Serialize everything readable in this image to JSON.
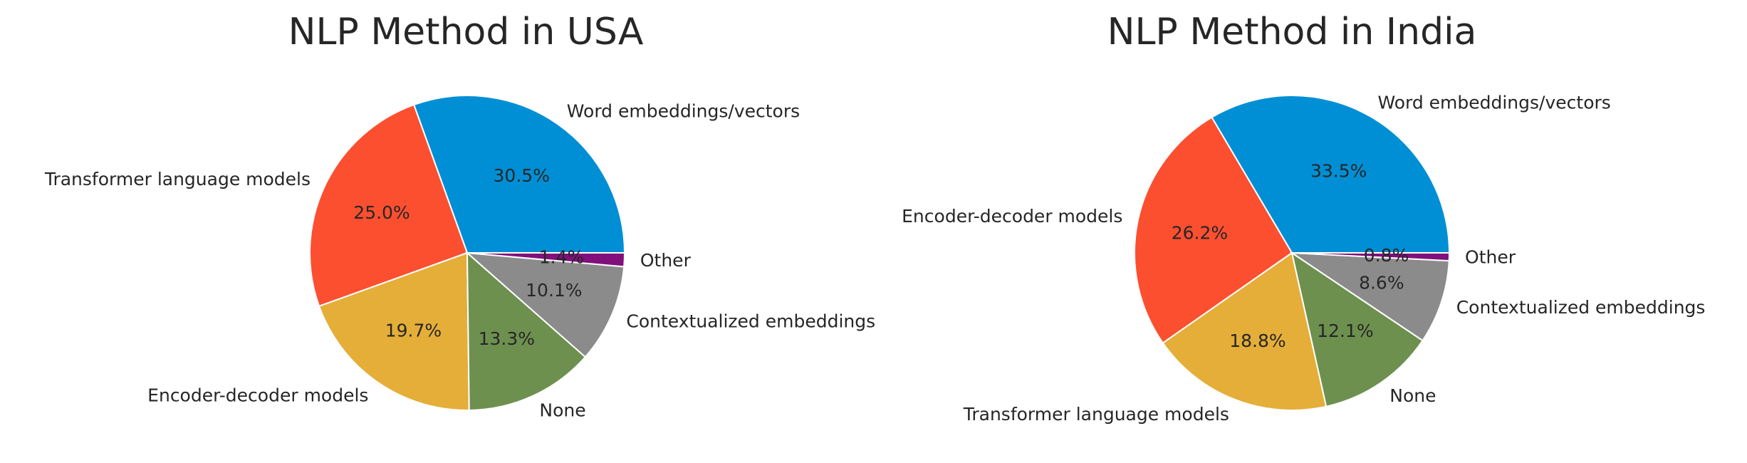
{
  "chart_data": [
    {
      "type": "pie",
      "title": "NLP Method in USA",
      "labels": [
        "Word embeddings/vectors",
        "Transformer language models",
        "Encoder-decoder models",
        "None",
        "Contextualized embeddings",
        "Other"
      ],
      "values": [
        30.5,
        25.0,
        19.7,
        13.3,
        10.1,
        1.4
      ],
      "pct_labels": [
        "30.5%",
        "25.0%",
        "19.7%",
        "13.3%",
        "10.1%",
        "1.4%"
      ],
      "colors": [
        "#008fd5",
        "#fc4f30",
        "#e5ae38",
        "#6d904f",
        "#8b8b8b",
        "#810f7c"
      ]
    },
    {
      "type": "pie",
      "title": "NLP Method in India",
      "labels": [
        "Word embeddings/vectors",
        "Encoder-decoder models",
        "Transformer language models",
        "None",
        "Contextualized embeddings",
        "Other"
      ],
      "values": [
        33.5,
        26.2,
        18.8,
        12.1,
        8.6,
        0.8
      ],
      "pct_labels": [
        "33.5%",
        "26.2%",
        "18.8%",
        "12.1%",
        "8.6%",
        "0.8%"
      ],
      "colors": [
        "#008fd5",
        "#fc4f30",
        "#e5ae38",
        "#6d904f",
        "#8b8b8b",
        "#810f7c"
      ]
    }
  ]
}
